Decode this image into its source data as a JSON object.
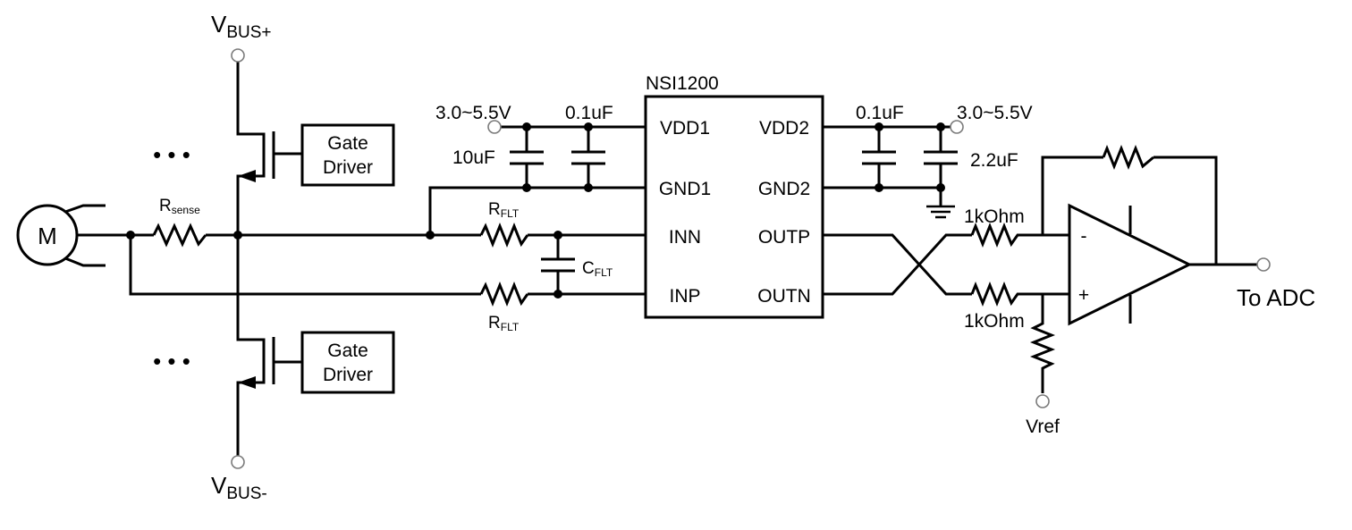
{
  "labels": {
    "vbus_pos": {
      "main": "V",
      "sub": "BUS+"
    },
    "vbus_neg": {
      "main": "V",
      "sub": "BUS-"
    },
    "motor": "M",
    "rsense": {
      "main": "R",
      "sub": "sense"
    },
    "gate_driver_top": [
      "Gate",
      "Driver"
    ],
    "gate_driver_bottom": [
      "Gate",
      "Driver"
    ],
    "ellipsis": "• • •",
    "rflt_top": {
      "main": "R",
      "sub": "FLT"
    },
    "rflt_bottom": {
      "main": "R",
      "sub": "FLT"
    },
    "cflt": {
      "main": "C",
      "sub": "FLT"
    },
    "supply_left": "3.0~5.5V",
    "cap_01uf_left": "0.1uF",
    "cap_10uf": "10uF",
    "chip_name": "NSI1200",
    "pins_left": [
      "VDD1",
      "GND1",
      "INN",
      "INP"
    ],
    "pins_right": [
      "VDD2",
      "GND2",
      "OUTP",
      "OUTN"
    ],
    "cap_01uf_right": "0.1uF",
    "supply_right": "3.0~5.5V",
    "cap_22uf": "2.2uF",
    "r_1k_top": "1kOhm",
    "r_1k_bottom": "1kOhm",
    "opamp_minus": "-",
    "opamp_plus": "+",
    "vref": "Vref",
    "to_adc": "To ADC"
  }
}
